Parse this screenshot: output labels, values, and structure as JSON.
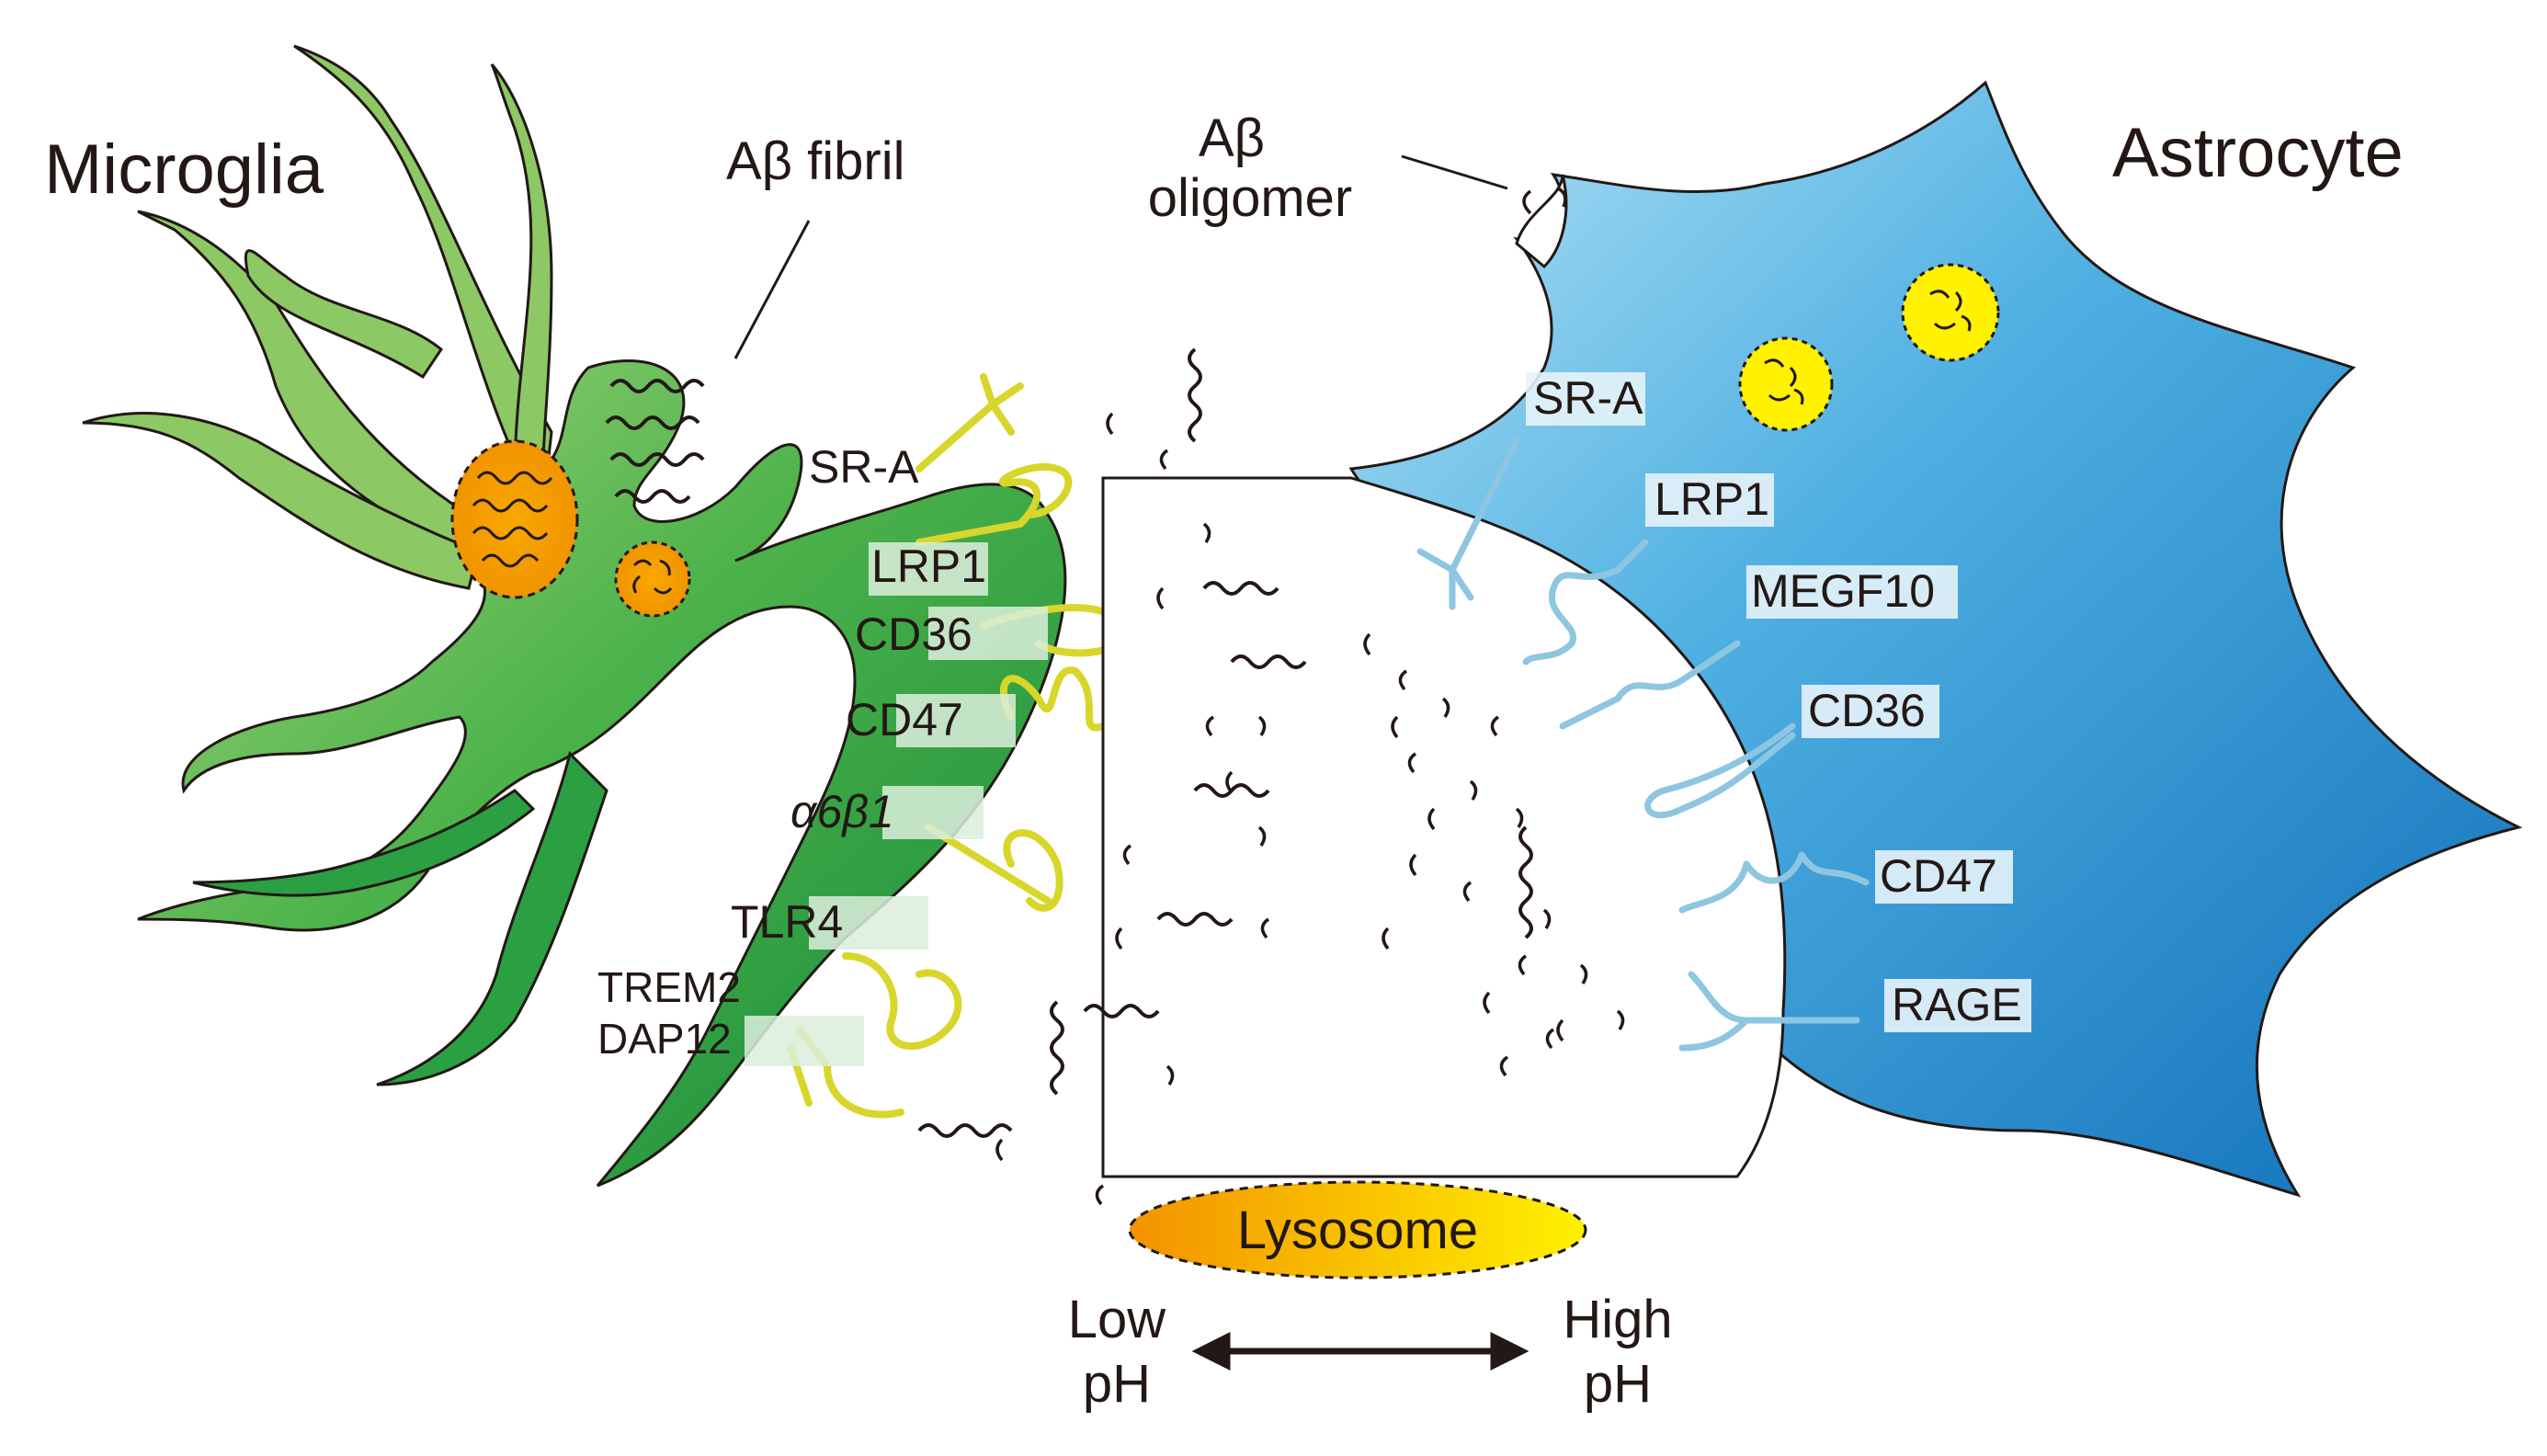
{
  "cells": {
    "microglia": "Microglia",
    "astrocyte": "Astrocyte"
  },
  "amyloid": {
    "fibril": "Aβ fibril",
    "oligomer_line1": "Aβ",
    "oligomer_line2": "oligomer"
  },
  "microglia_receptors": {
    "sra": "SR-A",
    "lrp1": "LRP1",
    "cd36": "CD36",
    "cd47": "CD47",
    "a6b1": "α6β1",
    "tlr4": "TLR4",
    "trem2": "TREM2",
    "dap12": "DAP12"
  },
  "astrocyte_receptors": {
    "sra": "SR-A",
    "lrp1": "LRP1",
    "megf10": "MEGF10",
    "cd36": "CD36",
    "cd47": "CD47",
    "rage": "RAGE"
  },
  "legend": {
    "lysosome": "Lysosome",
    "low_line1": "Low",
    "low_line2": "pH",
    "high_line1": "High",
    "high_line2": "pH"
  },
  "colors": {
    "microglia_green": "#1e9a3c",
    "microglia_light": "#8fc86a",
    "astrocyte_blue": "#1a7fc4",
    "astrocyte_light": "#8fd0ee",
    "receptor_yellow": "#d8d62a",
    "receptor_blue": "#8ec6e2",
    "lysosome_orange": "#f39800",
    "lysosome_yellow": "#fff100"
  }
}
